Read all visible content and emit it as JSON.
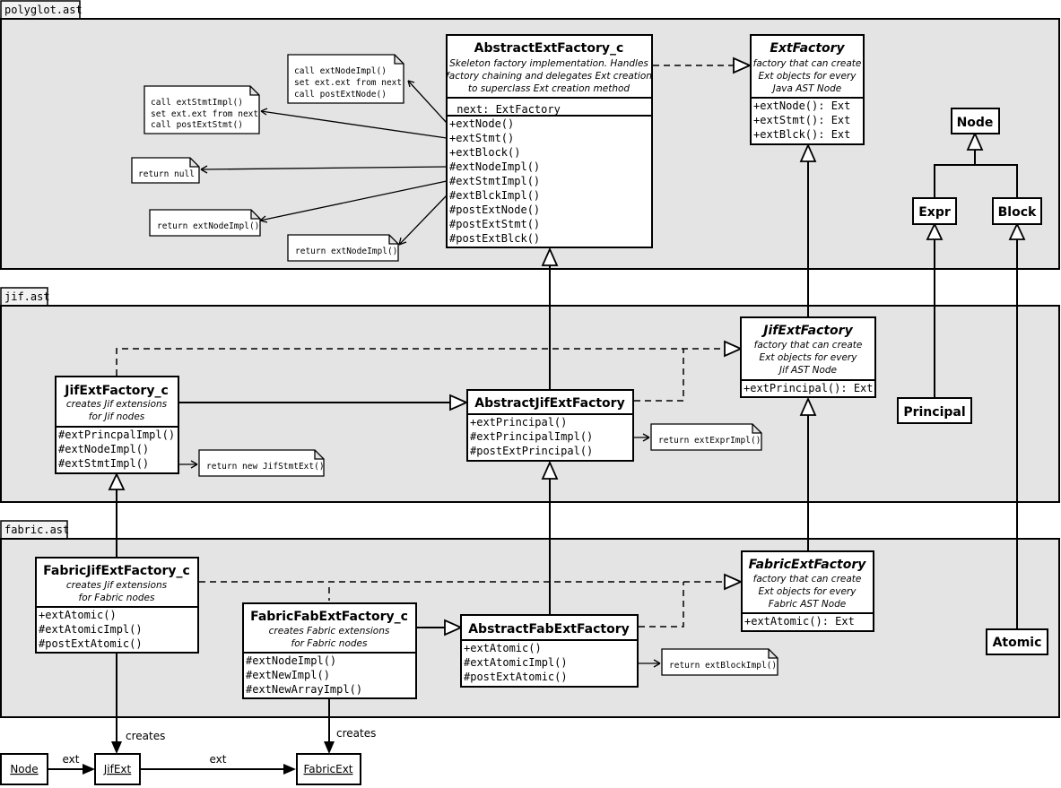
{
  "packages": {
    "polyglot": "polyglot.ast",
    "jif": "jif.ast",
    "fabric": "fabric.ast"
  },
  "abstract_ext_factory_c": {
    "name": "AbstractExtFactory_c",
    "desc": [
      "Skeleton factory implementation.  Handles",
      "factory chaining and delegates Ext creation",
      "to superclass Ext creation method"
    ],
    "field": "_next: ExtFactory",
    "methods": [
      "+extNode()",
      "+extStmt()",
      "+extBlock()",
      "#extNodeImpl()",
      "#extStmtImpl()",
      "#extBlckImpl()",
      "#postExtNode()",
      "#postExtStmt()",
      "#postExtBlck()"
    ]
  },
  "ext_factory": {
    "name": "ExtFactory",
    "desc": [
      "factory that can create",
      "Ext objects for every",
      "Java AST Node"
    ],
    "methods": [
      "+extNode(): Ext",
      "+extStmt(): Ext",
      "+extBlck(): Ext"
    ]
  },
  "notes_polyglot": {
    "n1": [
      "call extNodeImpl()",
      "set ext.ext from next",
      "call postExtNode()"
    ],
    "n2": [
      "call extStmtImpl()",
      "set ext.ext from next",
      "call postExtStmt()"
    ],
    "n3": "return null",
    "n4": "return extNodeImpl()",
    "n5": "return extNodeImpl()"
  },
  "ast_nodes": {
    "node": "Node",
    "expr": "Expr",
    "block": "Block",
    "principal": "Principal",
    "atomic": "Atomic"
  },
  "jif_ext_factory": {
    "name": "JifExtFactory",
    "desc": [
      "factory that can create",
      "Ext objects for every",
      "Jif AST Node"
    ],
    "methods": [
      "+extPrincipal(): Ext"
    ]
  },
  "jif_ext_factory_c": {
    "name": "JifExtFactory_c",
    "desc": [
      "creates Jif extensions",
      "for Jif nodes"
    ],
    "methods": [
      "#extPrincpalImpl()",
      "#extNodeImpl()",
      "#extStmtImpl()"
    ]
  },
  "abstract_jif_ext_factory": {
    "name": "AbstractJifExtFactory",
    "methods": [
      "+extPrincipal()",
      "#extPrincipalImpl()",
      "#postExtPrincipal()"
    ]
  },
  "notes_jif": {
    "n1": "return new JifStmtExt()",
    "n2": "return extExprImpl()"
  },
  "fabric_ext_factory": {
    "name": "FabricExtFactory",
    "desc": [
      "factory that can create",
      "Ext objects for every",
      "Fabric AST Node"
    ],
    "methods": [
      "+extAtomic(): Ext"
    ]
  },
  "fabric_jif_ext_factory_c": {
    "name": "FabricJifExtFactory_c",
    "desc": [
      "creates Jif extensions",
      "for Fabric nodes"
    ],
    "methods": [
      "+extAtomic()",
      "#extAtomicImpl()",
      "#postExtAtomic()"
    ]
  },
  "fabric_fab_ext_factory_c": {
    "name": "FabricFabExtFactory_c",
    "desc": [
      "creates Fabric extensions",
      "for Fabric nodes"
    ],
    "methods": [
      "#extNodeImpl()",
      "#extNewImpl()",
      "#extNewArrayImpl()"
    ]
  },
  "abstract_fab_ext_factory": {
    "name": "AbstractFabExtFactory",
    "methods": [
      "+extAtomic()",
      "#extAtomicImpl()",
      "#postExtAtomic()"
    ]
  },
  "notes_fabric": {
    "n1": "return extBlockImpl()"
  },
  "instances": {
    "node": "Node",
    "jif_ext": "JifExt",
    "fabric_ext": "FabricExt",
    "ext_label_1": "ext",
    "ext_label_2": "ext",
    "creates_1": "creates",
    "creates_2": "creates"
  }
}
